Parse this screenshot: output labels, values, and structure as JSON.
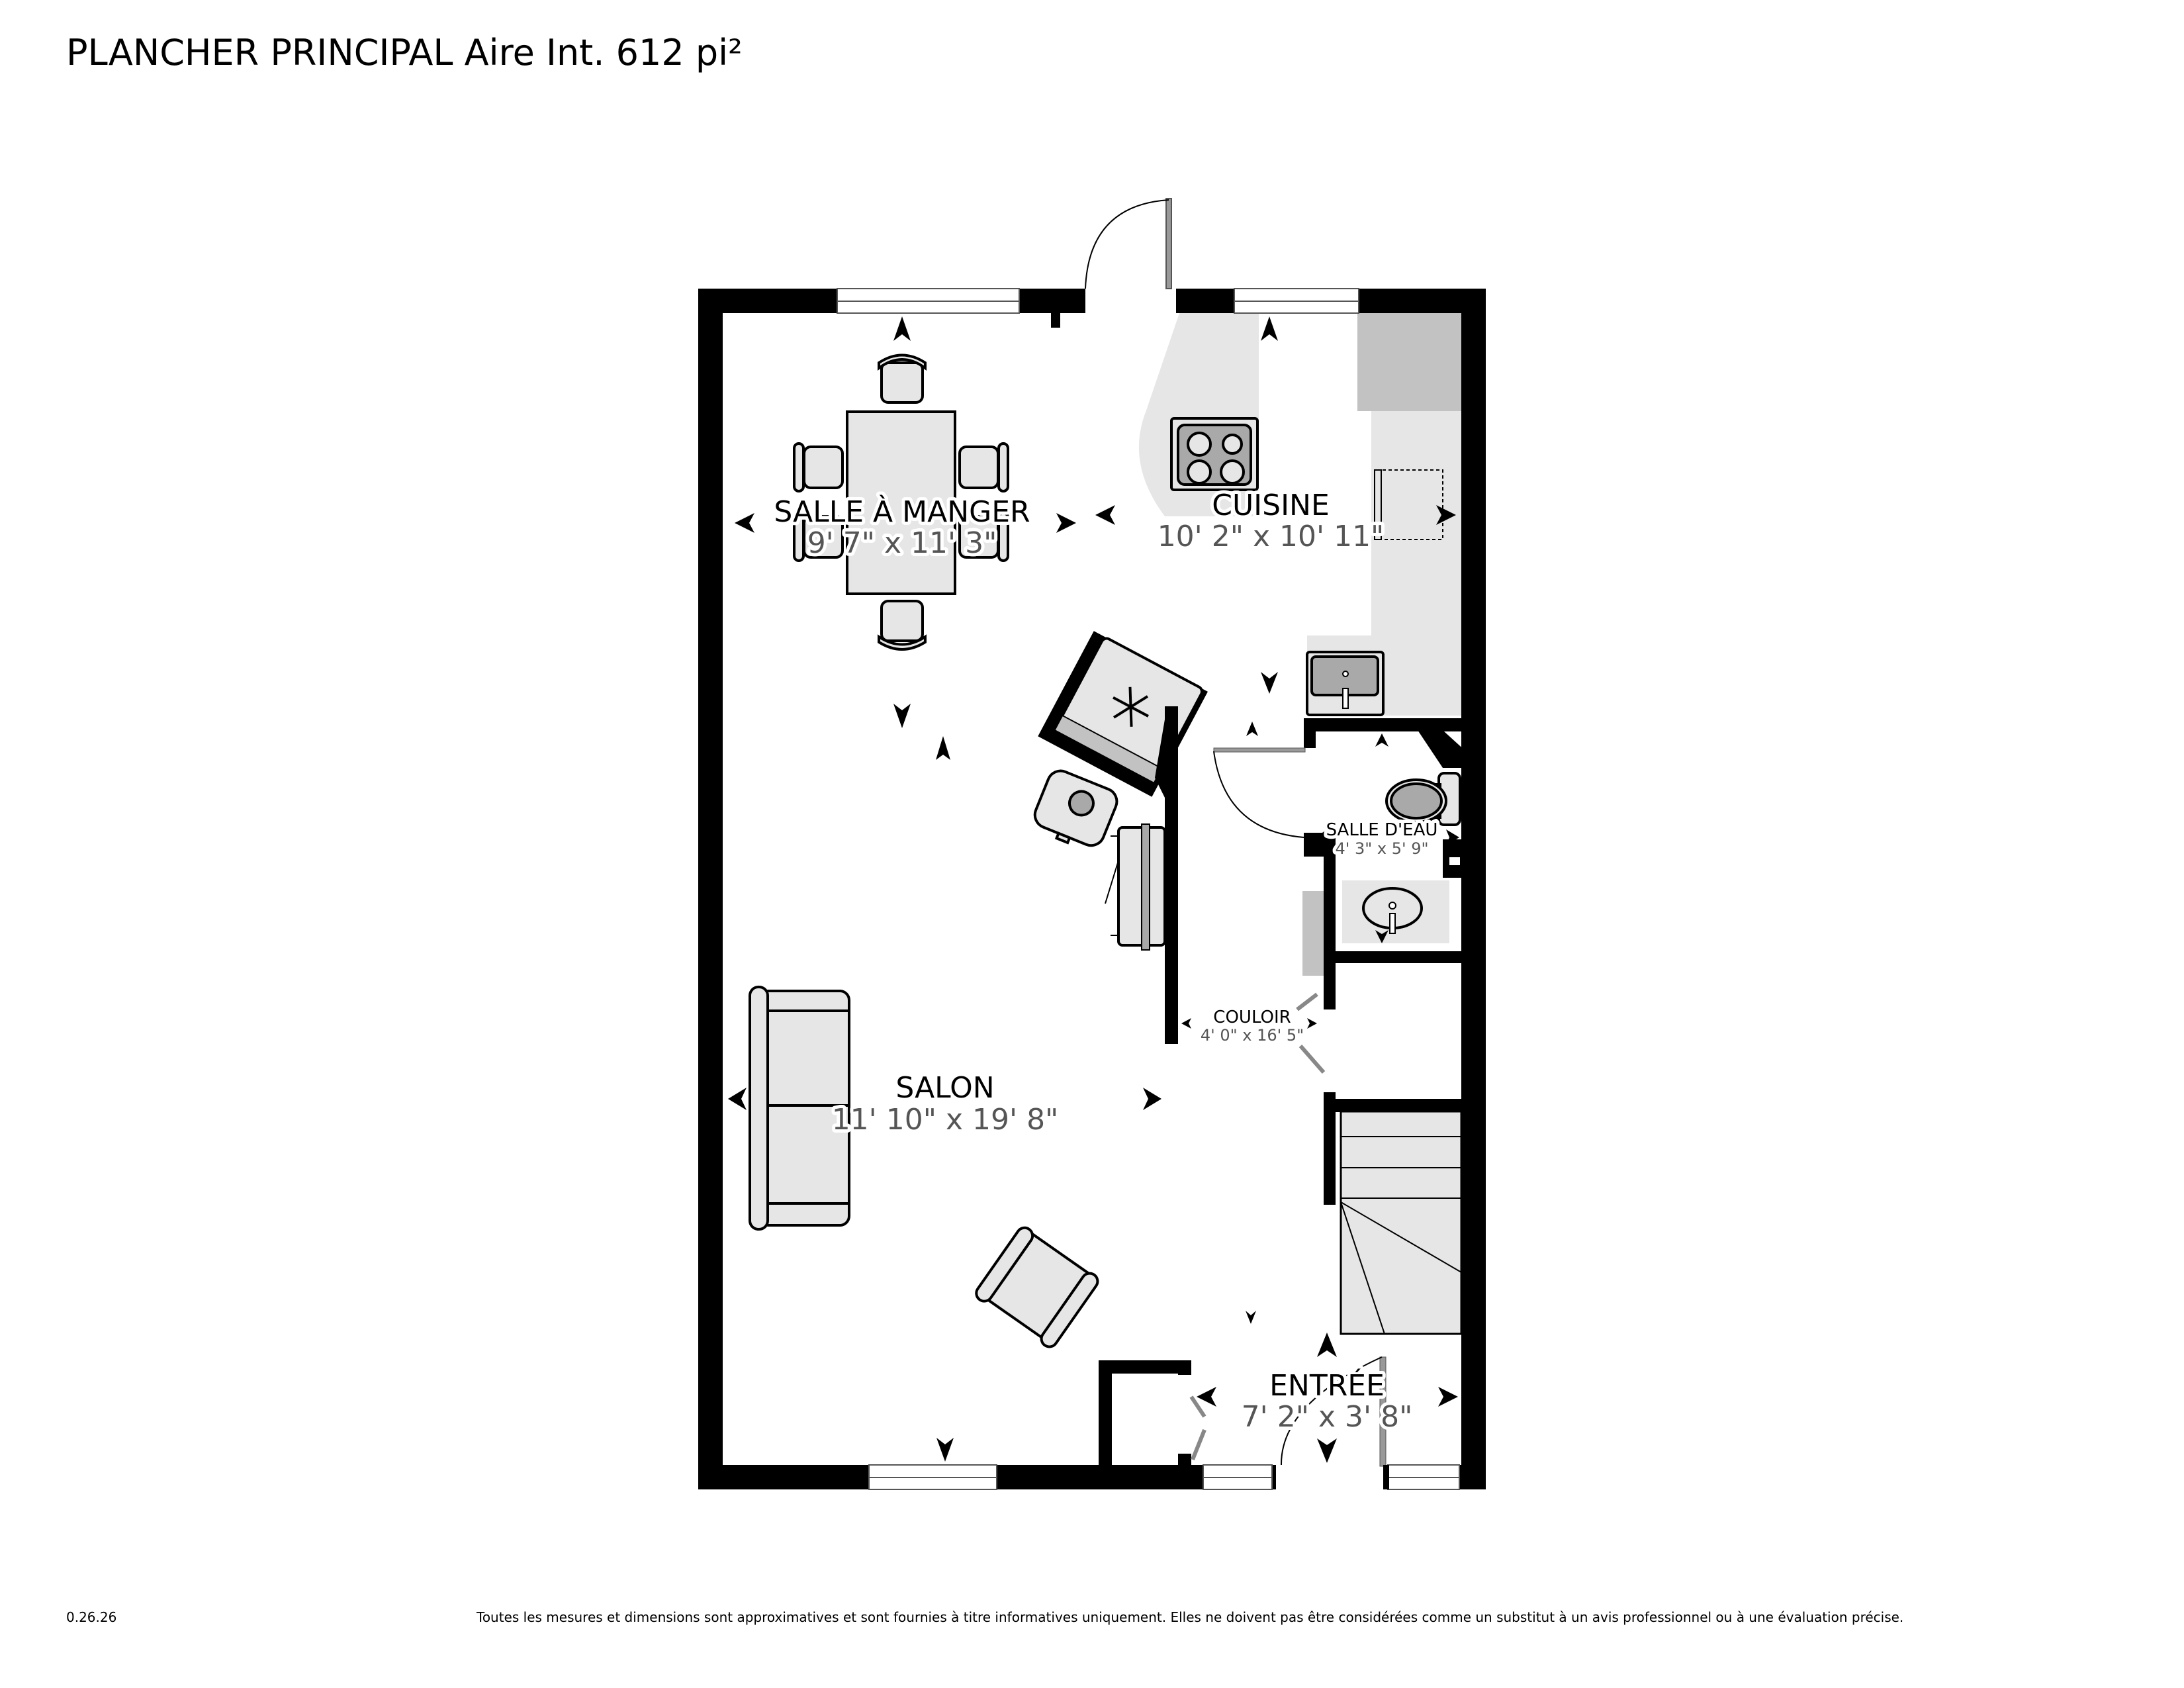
{
  "header": {
    "title": "PLANCHER PRINCIPAL Aire Int. 612 pi²"
  },
  "footer": {
    "version": "0.26.26",
    "disclaimer": "Toutes les mesures et dimensions sont approximatives et sont fournies à titre informatives uniquement. Elles ne doivent pas être considérées comme un substitut à un avis professionnel ou à une évaluation précise."
  },
  "rooms": {
    "salle_a_manger": {
      "name": "SALLE À MANGER",
      "dimensions": "9' 7\" x 11' 3\""
    },
    "cuisine": {
      "name": "CUISINE",
      "dimensions": "10' 2\" x 10' 11\""
    },
    "salle_deau": {
      "name": "SALLE D'EAU",
      "dimensions": "4' 3\" x 5' 9\""
    },
    "couloir": {
      "name": "COULOIR",
      "dimensions": "4' 0\" x 16' 5\""
    },
    "salon": {
      "name": "SALON",
      "dimensions": "11' 10\" x 19' 8\""
    },
    "entree": {
      "name": "ENTRÉE",
      "dimensions": "7' 2\" x 3' 8\""
    }
  },
  "colors": {
    "wall": "#000000",
    "floor_fixture": "#e5e6e5",
    "counter_dark": "#c2c2c2",
    "dimension_text": "#555555"
  }
}
